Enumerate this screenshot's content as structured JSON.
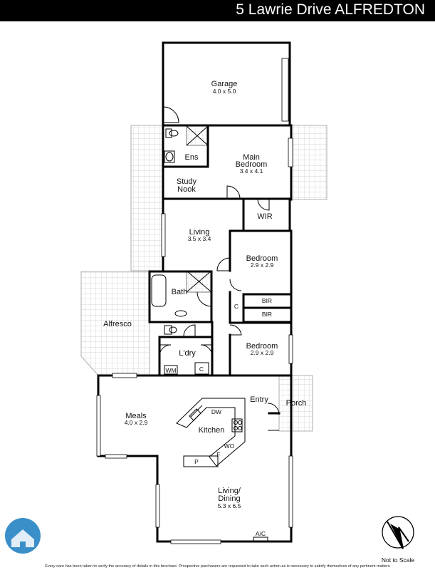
{
  "header": {
    "title": "5 Lawrie Drive ALFREDTON"
  },
  "rooms": {
    "garage": {
      "name": "Garage",
      "dims": "4.0 x 5.0"
    },
    "ens": {
      "name": "Ens"
    },
    "main_bedroom": {
      "name1": "Main",
      "name2": "Bedroom",
      "dims": "3.4 x 4.1"
    },
    "study_nook": {
      "name1": "Study",
      "name2": "Nook"
    },
    "wir": {
      "name": "WIR"
    },
    "living": {
      "name": "Living",
      "dims": "3.5 x 3.4"
    },
    "bedroom2": {
      "name": "Bedroom",
      "dims": "2.9 x 2.9"
    },
    "bath": {
      "name": "Bath"
    },
    "c1": {
      "name": "C"
    },
    "bir1": {
      "name": "BIR"
    },
    "bir2": {
      "name": "BIR"
    },
    "alfresco": {
      "name": "Alfresco"
    },
    "bedroom3": {
      "name": "Bedroom",
      "dims": "2.9 x 2.9"
    },
    "ldry": {
      "name": "L'dry"
    },
    "wm": {
      "name": "WM"
    },
    "c2": {
      "name": "C"
    },
    "entry": {
      "name": "Entry"
    },
    "porch": {
      "name": "Porch"
    },
    "meals": {
      "name": "Meals",
      "dims": "4.0 x 2.9"
    },
    "kitchen": {
      "name": "Kitchen"
    },
    "dw": {
      "name": "DW"
    },
    "wo": {
      "name": "WO"
    },
    "fridge": {
      "name": "F"
    },
    "pantry": {
      "name": "P"
    },
    "living_dining": {
      "name1": "Living/",
      "name2": "Dining",
      "dims": "5.3 x 6.5"
    },
    "ac": {
      "name": "A/C"
    }
  },
  "compass": {
    "note": "Not to Scale"
  },
  "footer": {
    "disclaimer": "Every care has been taken to verify the accuracy of details in this brochure. Prospective purchasers are requested to take such action as is necessary to satisfy themselves of any pertinent matters"
  },
  "colors": {
    "header_bg": "#000000",
    "wall": "#000000",
    "logo": "#3a8fc9"
  }
}
